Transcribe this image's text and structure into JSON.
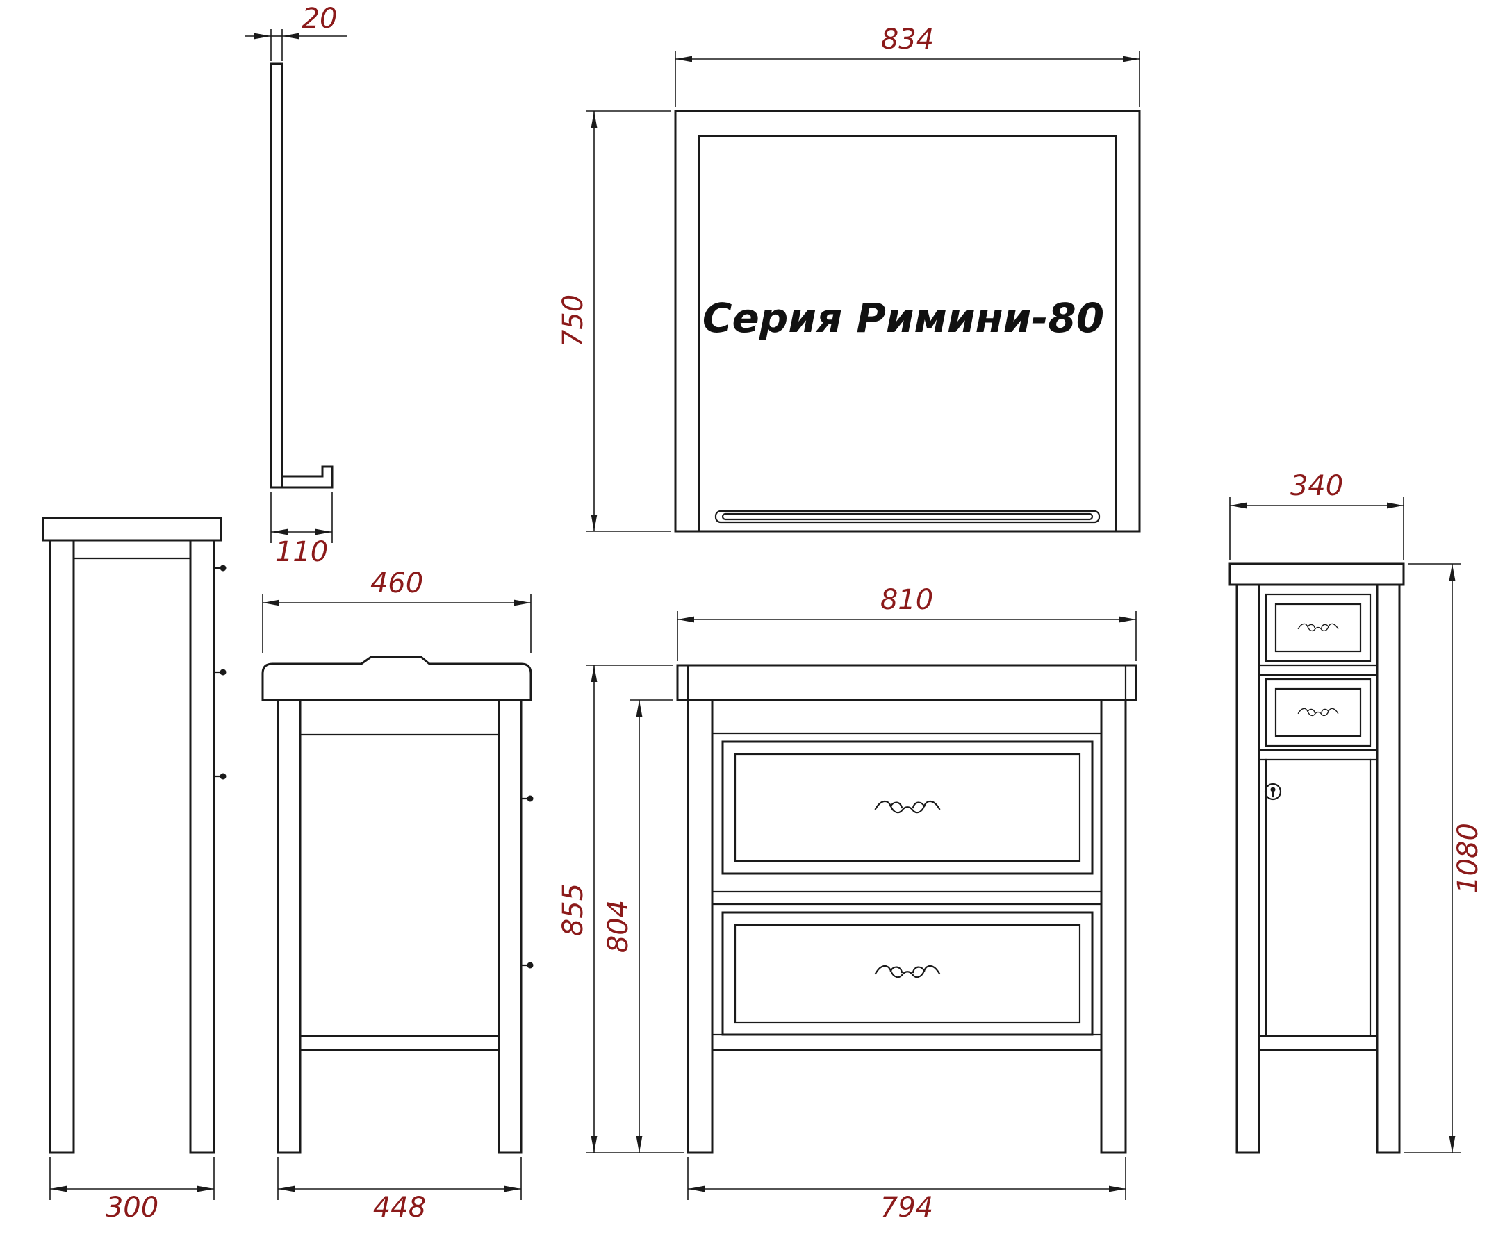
{
  "title_block": {
    "series_label": "Серия Римини-80"
  },
  "colors": {
    "background": "#ffffff",
    "line": "#1a1a1a",
    "dimension_text": "#8b1a1a"
  },
  "views": {
    "mirror_side": {
      "dims": {
        "thickness": "20",
        "shelf_depth": "110"
      }
    },
    "mirror_front": {
      "dims": {
        "width": "834",
        "height": "750"
      }
    },
    "cabinet_side": {
      "dims": {
        "depth": "300"
      }
    },
    "vanity_side": {
      "dims": {
        "top_depth": "460",
        "leg_depth": "448"
      }
    },
    "vanity_front": {
      "dims": {
        "top_width": "810",
        "total_height": "855",
        "body_height": "804",
        "leg_span": "794"
      }
    },
    "tall_cabinet_front": {
      "dims": {
        "width": "340",
        "height": "1080"
      }
    }
  }
}
